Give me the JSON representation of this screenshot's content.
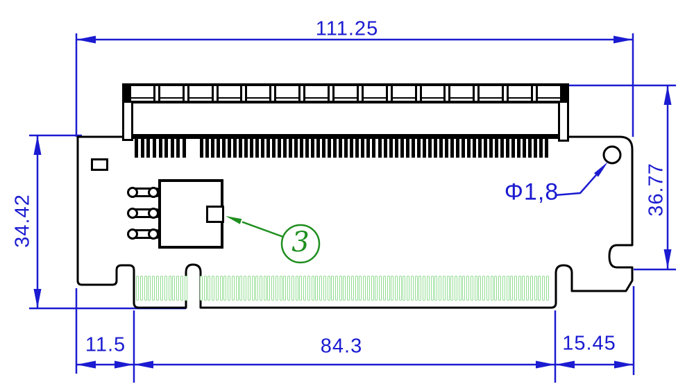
{
  "drawing": {
    "title": "PCIe riser card dimensioned drawing",
    "dimensions": {
      "total_width": "111.25",
      "left_height": "34.42",
      "right_height": "36.77",
      "bottom_left": "11.5",
      "bottom_middle": "84.3",
      "bottom_right": "15.45"
    },
    "hole": {
      "label": "Φ1,8"
    },
    "callout": {
      "label": "3"
    },
    "colors": {
      "dimension_blue": "#1b1bd1",
      "callout_green": "#1f8f1f",
      "finger_green": "#90dc90",
      "line_black": "#000000"
    },
    "board": {
      "socket_cells": 15,
      "pin_groups": [
        9,
        63
      ],
      "finger_groups": [
        13,
        88
      ]
    }
  }
}
